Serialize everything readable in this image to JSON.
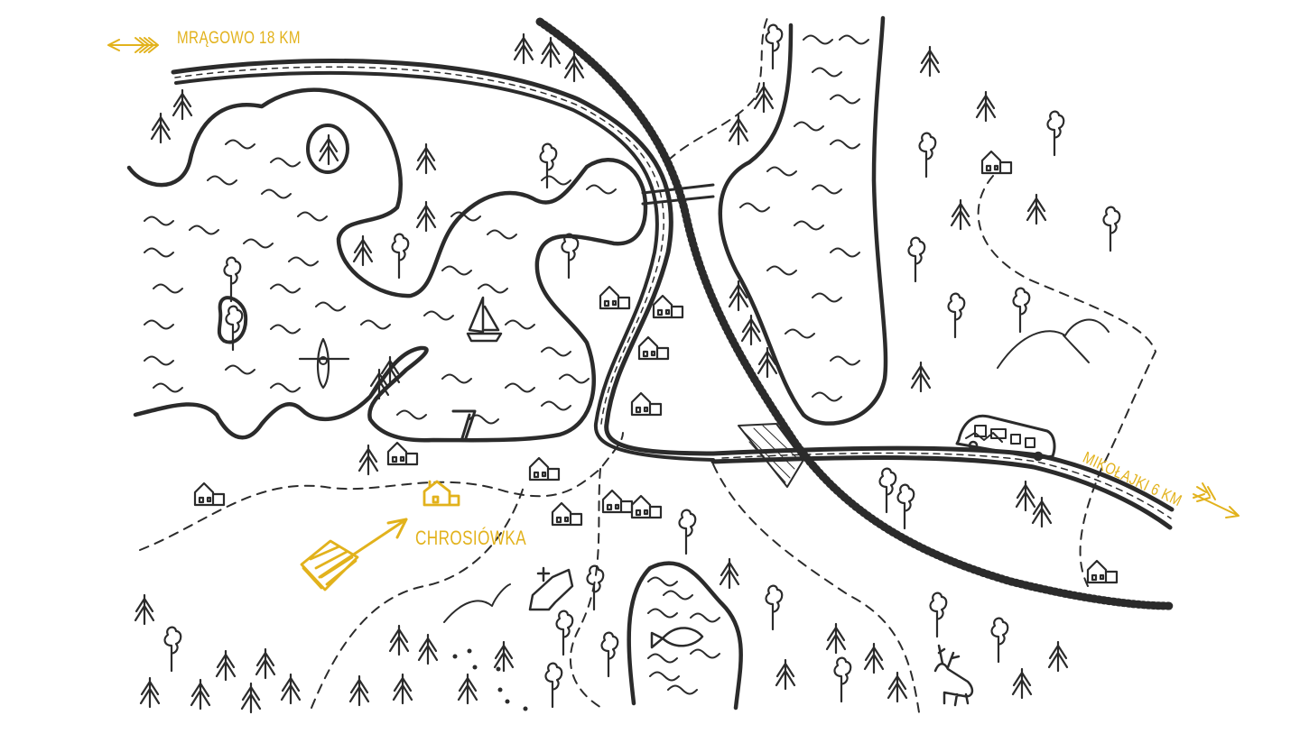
{
  "map": {
    "style": "hand-drawn illustrated village map",
    "colors": {
      "ink": "#2b2b2b",
      "accent": "#e2b21c",
      "background": "#ffffff"
    },
    "labels": {
      "mragowo": "MRĄGOWO 18 KM",
      "chrosiowka": "CHROSIÓWKA",
      "mikolajki": "MIKOŁAJKI 6 KM"
    },
    "features": [
      {
        "type": "lake",
        "name": "west-lake",
        "icons": [
          "sailboat-icon",
          "kayak-icon",
          "pier-icon",
          "island-icon"
        ]
      },
      {
        "type": "lake",
        "name": "east-lake"
      },
      {
        "type": "lake",
        "name": "south-pond",
        "icons": [
          "fish-icon"
        ]
      },
      {
        "type": "railway",
        "name": "railway-line"
      },
      {
        "type": "road",
        "name": "road-to-mragowo"
      },
      {
        "type": "road",
        "name": "road-to-mikolajki",
        "icons": [
          "bus-icon"
        ]
      },
      {
        "type": "village",
        "name": "chrosiowka",
        "icons": [
          "house-icon",
          "church-icon"
        ]
      },
      {
        "type": "wildlife",
        "icons": [
          "deer-icon",
          "animal-tracks-icon"
        ]
      },
      {
        "type": "terrain",
        "icons": [
          "hill-icon",
          "tree-icon",
          "pine-icon"
        ]
      }
    ],
    "directions": [
      {
        "label_key": "mragowo",
        "arrow": "left"
      },
      {
        "label_key": "mikolajki",
        "arrow": "right-down"
      },
      {
        "label_key": "chrosiowka",
        "arrow": "up-right",
        "highlight": true
      }
    ]
  }
}
